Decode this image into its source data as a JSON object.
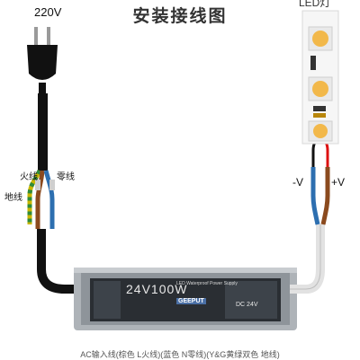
{
  "title": "安装接线图",
  "input_voltage": "220V",
  "led_label": "LED灯",
  "wire_labels": {
    "live": "火线",
    "neutral": "零线",
    "ground": "地线"
  },
  "polarity": {
    "negative": "-V",
    "positive": "+V"
  },
  "psu": {
    "display": "24V100W",
    "brand": "GEEPUT",
    "subtitle": "LED Waterproof Power Supply",
    "dc_label": "DC 24V"
  },
  "footer": "AC输入线(棕色 L火线)(蓝色 N零线)(Y&G黄绿双色 地线)",
  "colors": {
    "live_wire": "#8b4a1e",
    "neutral_wire": "#2d6fb0",
    "ground_wire": "#c9b600",
    "cable": "#1a1a1a",
    "output_cable": "#e8e8e8",
    "led_chip": "#f2b84a"
  }
}
